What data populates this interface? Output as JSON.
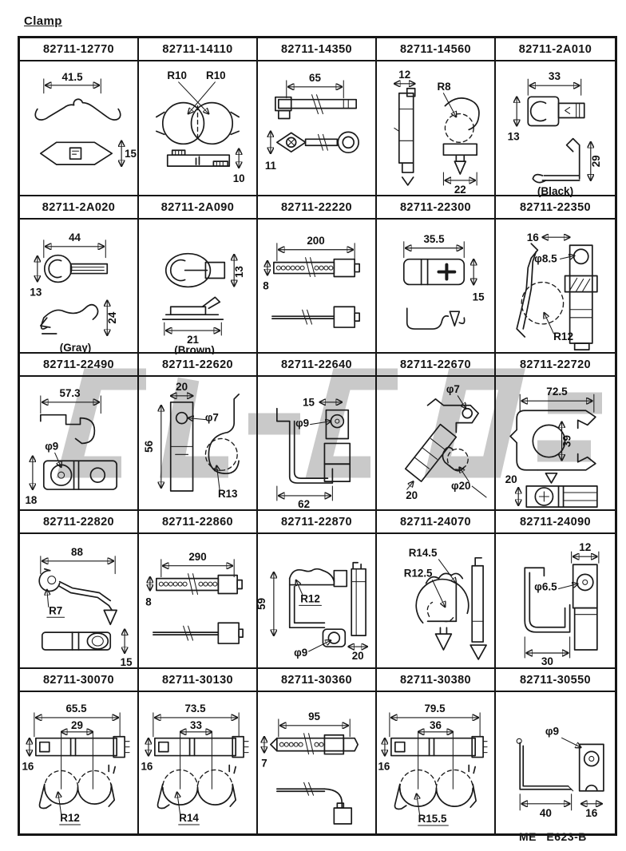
{
  "page": {
    "title": "Clamp",
    "footer_code": "ME E623-B",
    "ink_color": "#1a1a1a",
    "watermark_color": "#c9c9c9"
  },
  "grid": {
    "columns": 5,
    "rows": 5,
    "cells": [
      {
        "part_number": "82711-12770",
        "annotations": [
          "41.5",
          "15"
        ]
      },
      {
        "part_number": "82711-14110",
        "annotations": [
          "R10",
          "R10",
          "10"
        ]
      },
      {
        "part_number": "82711-14350",
        "annotations": [
          "65",
          "11"
        ]
      },
      {
        "part_number": "82711-14560",
        "annotations": [
          "12",
          "R8",
          "22"
        ]
      },
      {
        "part_number": "82711-2A010",
        "annotations": [
          "33",
          "13",
          "29"
        ],
        "color_note": "(Black)"
      },
      {
        "part_number": "82711-2A020",
        "annotations": [
          "44",
          "13",
          "24"
        ],
        "color_note": "(Gray)"
      },
      {
        "part_number": "82711-2A090",
        "annotations": [
          "13",
          "21"
        ],
        "color_note": "(Brown)"
      },
      {
        "part_number": "82711-22220",
        "annotations": [
          "200",
          "8"
        ]
      },
      {
        "part_number": "82711-22300",
        "annotations": [
          "35.5",
          "15"
        ]
      },
      {
        "part_number": "82711-22350",
        "annotations": [
          "16",
          "φ8.5",
          "R12"
        ]
      },
      {
        "part_number": "82711-22490",
        "annotations": [
          "57.3",
          "φ9",
          "18"
        ]
      },
      {
        "part_number": "82711-22620",
        "annotations": [
          "20",
          "56",
          "φ7",
          "R13"
        ]
      },
      {
        "part_number": "82711-22640",
        "annotations": [
          "15",
          "φ9",
          "62"
        ]
      },
      {
        "part_number": "82711-22670",
        "annotations": [
          "φ7",
          "20",
          "φ20"
        ]
      },
      {
        "part_number": "82711-22720",
        "annotations": [
          "72.5",
          "39",
          "20"
        ]
      },
      {
        "part_number": "82711-22820",
        "annotations": [
          "88",
          "R7",
          "15"
        ]
      },
      {
        "part_number": "82711-22860",
        "annotations": [
          "290",
          "8"
        ]
      },
      {
        "part_number": "82711-22870",
        "annotations": [
          "R12",
          "59",
          "φ9",
          "20"
        ]
      },
      {
        "part_number": "82711-24070",
        "annotations": [
          "R14.5",
          "R12.5"
        ]
      },
      {
        "part_number": "82711-24090",
        "annotations": [
          "12",
          "φ6.5",
          "30"
        ]
      },
      {
        "part_number": "82711-30070",
        "annotations": [
          "65.5",
          "29",
          "16",
          "R12"
        ]
      },
      {
        "part_number": "82711-30130",
        "annotations": [
          "73.5",
          "33",
          "16",
          "R14"
        ]
      },
      {
        "part_number": "82711-30360",
        "annotations": [
          "95",
          "7"
        ]
      },
      {
        "part_number": "82711-30380",
        "annotations": [
          "79.5",
          "36",
          "16",
          "R15.5"
        ]
      },
      {
        "part_number": "82711-30550",
        "annotations": [
          "φ9",
          "40",
          "16"
        ]
      }
    ]
  }
}
